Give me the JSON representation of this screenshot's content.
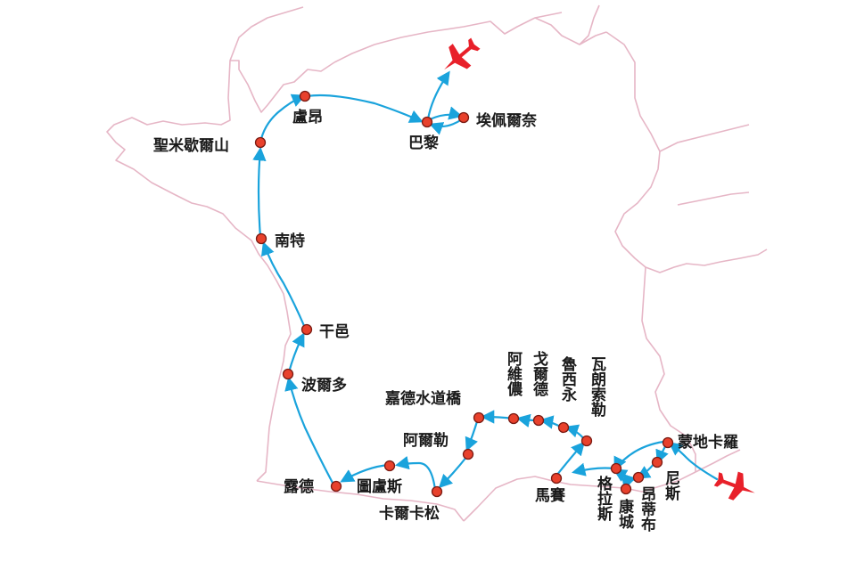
{
  "colors": {
    "route": "#1aa3dc",
    "city_dot": "#e8412c",
    "plane": "#e8202a",
    "border": "#e6b6c6",
    "label": "#1a1a1a"
  },
  "icons": [
    "airplane-icon-start",
    "airplane-icon-end"
  ],
  "cities": {
    "aiguesmortes_ampersand": "埃佩爾奈",
    "paris": "巴黎",
    "rouen": "盧昂",
    "mont_st_michel": "聖米歇爾山",
    "nantes": "南特",
    "cognac": "干邑",
    "bordeaux": "波爾多",
    "lourdes": "露德",
    "toulouse": "圖盧斯",
    "carcassonne": "卡爾卡松",
    "albi": "阿爾勒",
    "pont_du_gard": "嘉德水道橋",
    "avignon": "阿維儂",
    "gordes": "戈爾德",
    "roussillon": "魯西永",
    "valensole": "瓦朗索勒",
    "marseille": "馬賽",
    "grasse": "格拉斯",
    "cannes": "康城",
    "antibes": "昂蒂布",
    "nice": "尼斯",
    "monaco": "蒙地卡羅"
  }
}
